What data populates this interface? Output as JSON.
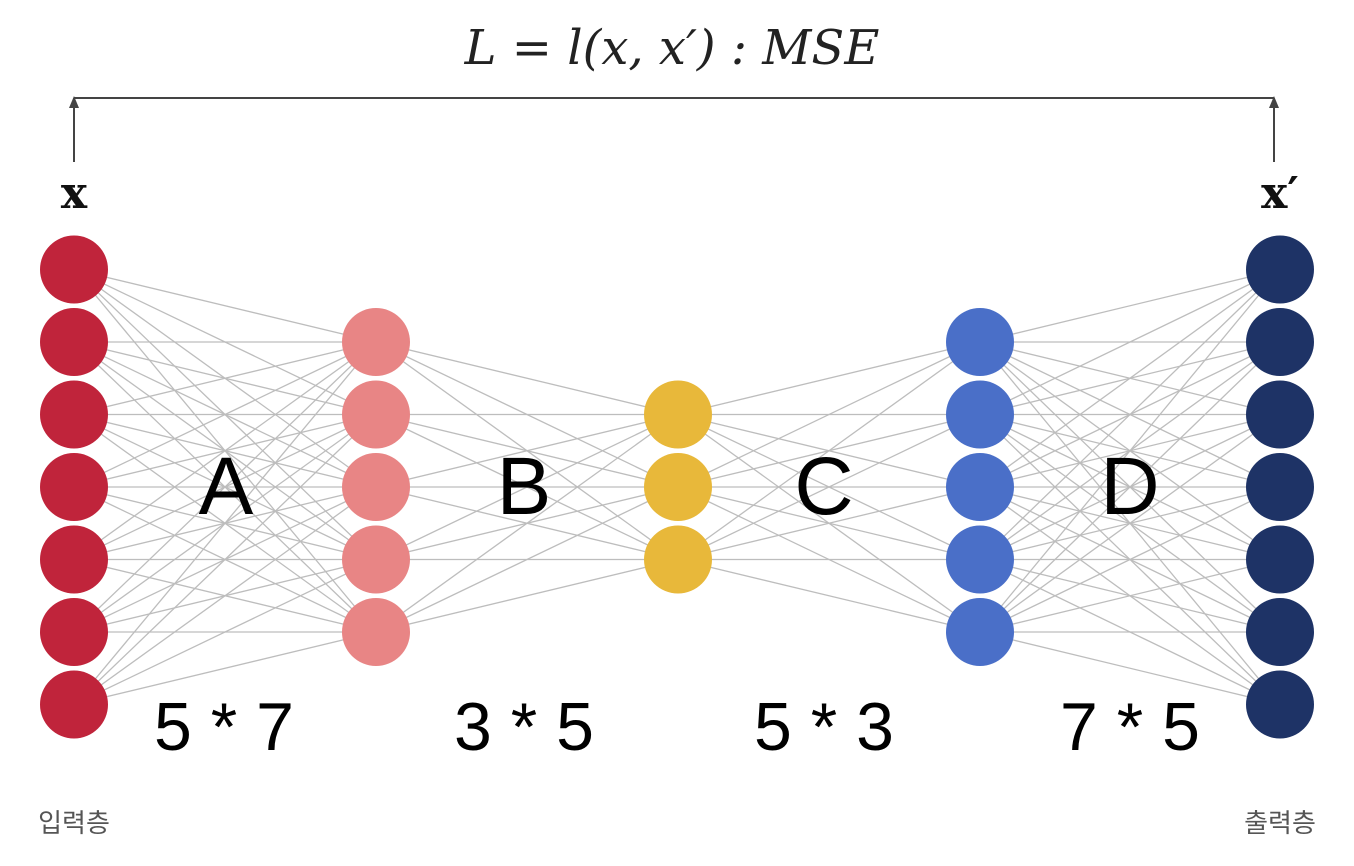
{
  "loss_label": "L = l(x, x′) : MSE",
  "input_vector_label": "x",
  "output_vector_label": "x′",
  "input_caption": "입력층",
  "output_caption": "출력층",
  "colors": {
    "input": "#c0243b",
    "encoder_hidden": "#e88585",
    "bottleneck": "#e8b83a",
    "decoder_hidden": "#4a6fc8",
    "output": "#1e3366",
    "connection": "#bdbdbd",
    "bracket": "#444444"
  },
  "layers": [
    {
      "name": "input",
      "nodes": 7
    },
    {
      "name": "encoder-hidden",
      "nodes": 5
    },
    {
      "name": "bottleneck",
      "nodes": 3
    },
    {
      "name": "decoder-hidden",
      "nodes": 5
    },
    {
      "name": "output",
      "nodes": 7
    }
  ],
  "connections": [
    {
      "letter": "A",
      "dims": "5 * 7"
    },
    {
      "letter": "B",
      "dims": "3 * 5"
    },
    {
      "letter": "C",
      "dims": "5 * 3"
    },
    {
      "letter": "D",
      "dims": "7 * 5"
    }
  ]
}
